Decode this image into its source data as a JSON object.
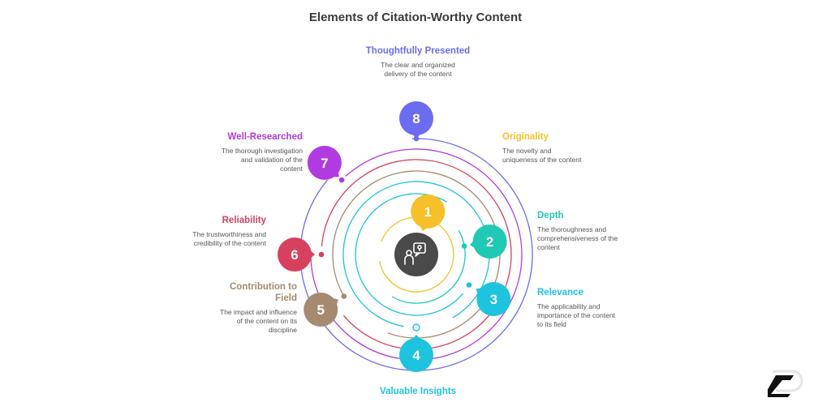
{
  "title": "Elements of Citation-Worthy Content",
  "elements": [
    {
      "num": "1",
      "name": "Originality",
      "desc": "The novelty and uniqueness of the content",
      "color": "#f6c02a"
    },
    {
      "num": "2",
      "name": "Depth",
      "desc": "The thoroughness and comprehensiveness of the content",
      "color": "#1fc9b4"
    },
    {
      "num": "3",
      "name": "Relevance",
      "desc": "The applicability and importance of the content to its field",
      "color": "#1ec3de"
    },
    {
      "num": "4",
      "name": "Valuable Insights",
      "desc": "",
      "color": "#1ec3de"
    },
    {
      "num": "5",
      "name": "Contribution to Field",
      "desc": "The impact and influence of the content on its discipline",
      "color": "#a58a70"
    },
    {
      "num": "6",
      "name": "Reliability",
      "desc": "The trustworthiness and credibility of the content",
      "color": "#d8415e"
    },
    {
      "num": "7",
      "name": "Well-Researched",
      "desc": "The thorough investigation and validation of the content",
      "color": "#b13ae0"
    },
    {
      "num": "8",
      "name": "Thoughtfully Presented",
      "desc": "The clear and organized delivery of the content",
      "color": "#6b6cf0"
    }
  ],
  "center_icon": "presenter-idea-icon",
  "logo_icon": "brand-logo-icon"
}
